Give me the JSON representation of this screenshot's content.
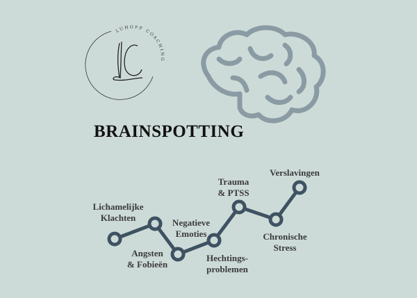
{
  "logo": {
    "text": "LUHOFF COACHING",
    "monogram": "LC"
  },
  "title": "BRAINSPOTTING",
  "brain_icon": "brain-icon",
  "colors": {
    "background": "#cddbd8",
    "line": "#3e5262",
    "brain": "#8a9ba4"
  },
  "timeline": [
    {
      "line1": "Lichamelijke",
      "line2": "Klachten"
    },
    {
      "line1": "Angsten",
      "line2": "& Fobieën"
    },
    {
      "line1": "Negatieve",
      "line2": "Emoties"
    },
    {
      "line1": "Hechtings-",
      "line2": "problemen"
    },
    {
      "line1": "Trauma",
      "line2": "& PTSS"
    },
    {
      "line1": "Chronische",
      "line2": "Stress"
    },
    {
      "line1": "Verslavingen",
      "line2": ""
    }
  ]
}
